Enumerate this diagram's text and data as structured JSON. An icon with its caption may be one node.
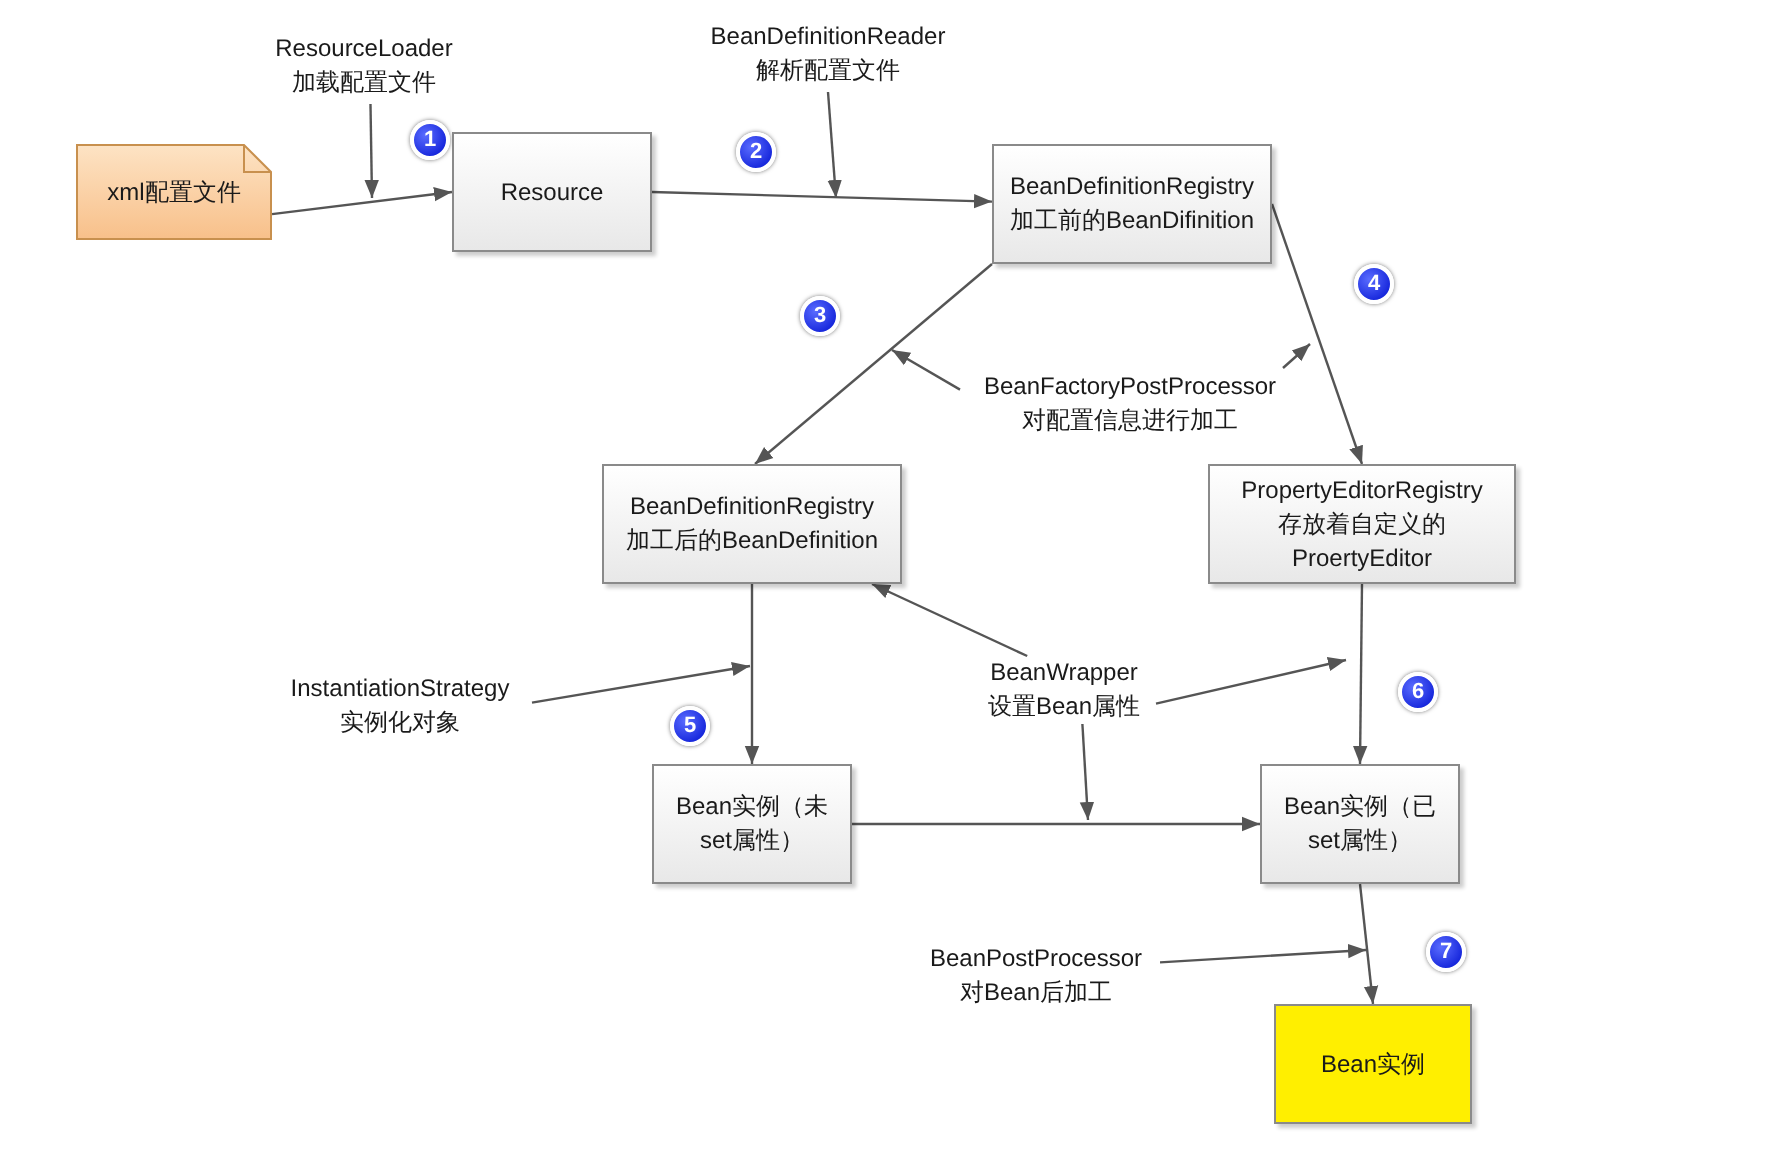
{
  "diagram": {
    "nodes": [
      {
        "text": [
          "xml配置文件"
        ]
      },
      {
        "text": [
          "Resource"
        ]
      },
      {
        "text": [
          "BeanDefinitionRegistry",
          "加工前的BeanDifinition"
        ]
      },
      {
        "text": [
          "BeanDefinitionRegistry",
          "加工后的BeanDefinition"
        ]
      },
      {
        "text": [
          "PropertyEditorRegistry",
          "存放着自定义的",
          "ProertyEditor"
        ]
      },
      {
        "text": [
          "Bean实例（未",
          "set属性）"
        ]
      },
      {
        "text": [
          "Bean实例（已",
          "set属性）"
        ]
      },
      {
        "text": [
          "Bean实例"
        ]
      },
      {
        "text": [
          "ResourceLoader",
          "加载配置文件"
        ]
      },
      {
        "text": [
          "BeanDefinitionReader",
          "解析配置文件"
        ]
      },
      {
        "text": [
          "BeanFactoryPostProcessor",
          "对配置信息进行加工"
        ]
      },
      {
        "text": [
          "InstantiationStrategy",
          "实例化对象"
        ]
      },
      {
        "text": [
          "BeanWrapper",
          "设置Bean属性"
        ]
      },
      {
        "text": [
          "BeanPostProcessor",
          "对Bean后加工"
        ]
      },
      {
        "text": [
          "1"
        ]
      },
      {
        "text": [
          "2"
        ]
      },
      {
        "text": [
          "3"
        ]
      },
      {
        "text": [
          "4"
        ]
      },
      {
        "text": [
          "5"
        ]
      },
      {
        "text": [
          "6"
        ]
      },
      {
        "text": [
          "7"
        ]
      }
    ],
    "edges": [
      {
        "from": 0,
        "to": 1,
        "arrow": "to"
      },
      {
        "from": 1,
        "to": 2,
        "arrow": "to"
      },
      {
        "from": 2,
        "to": 3,
        "arrow": "to"
      },
      {
        "from": 2,
        "to": 4,
        "arrow": "to"
      },
      {
        "from": 3,
        "to": 5,
        "arrow": "to"
      },
      {
        "from": 4,
        "to": 6,
        "arrow": "to"
      },
      {
        "from": 5,
        "to": 6,
        "arrow": "to"
      },
      {
        "from": 6,
        "to": 7,
        "arrow": "to"
      },
      {
        "from": 8,
        "to": null,
        "arrow": "to"
      },
      {
        "from": 9,
        "to": null,
        "arrow": "to"
      },
      {
        "from": 10,
        "to": null,
        "arrow": "to"
      },
      {
        "from": 10,
        "to": null,
        "arrow": "to"
      },
      {
        "from": 11,
        "to": null,
        "arrow": "to"
      },
      {
        "from": 12,
        "to": 3,
        "arrow": "to"
      },
      {
        "from": 12,
        "to": null,
        "arrow": "to"
      },
      {
        "from": 12,
        "to": null,
        "arrow": "to"
      },
      {
        "from": 13,
        "to": null,
        "arrow": "to"
      }
    ]
  }
}
